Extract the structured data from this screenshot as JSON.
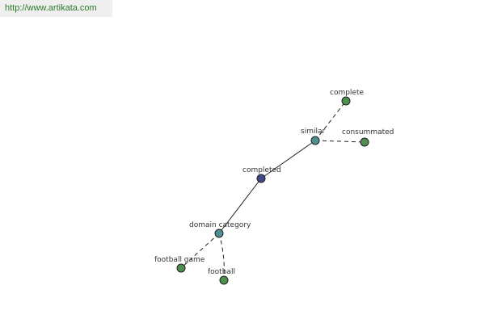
{
  "header": {
    "source_link": "http://www.artikata.com"
  },
  "graph": {
    "nodes": [
      {
        "id": "completed",
        "label": "completed",
        "color": "#3e4c8c"
      },
      {
        "id": "similar",
        "label": "similar",
        "color": "#4f8f94"
      },
      {
        "id": "domain-category",
        "label": "domain category",
        "color": "#4f8f94"
      },
      {
        "id": "complete",
        "label": "complete",
        "color": "#4f8f4f"
      },
      {
        "id": "consummated",
        "label": "consummated",
        "color": "#4f8f4f"
      },
      {
        "id": "football-game",
        "label": "football game",
        "color": "#4f8f4f"
      },
      {
        "id": "football",
        "label": "football",
        "color": "#4f8f4f"
      }
    ],
    "edges": [
      {
        "from": "completed",
        "to": "similar",
        "style": "solid"
      },
      {
        "from": "completed",
        "to": "domain-category",
        "style": "solid"
      },
      {
        "from": "similar",
        "to": "complete",
        "style": "dashed"
      },
      {
        "from": "similar",
        "to": "consummated",
        "style": "dashed"
      },
      {
        "from": "domain-category",
        "to": "football-game",
        "style": "dashed"
      },
      {
        "from": "domain-category",
        "to": "football",
        "style": "dashed"
      }
    ]
  }
}
